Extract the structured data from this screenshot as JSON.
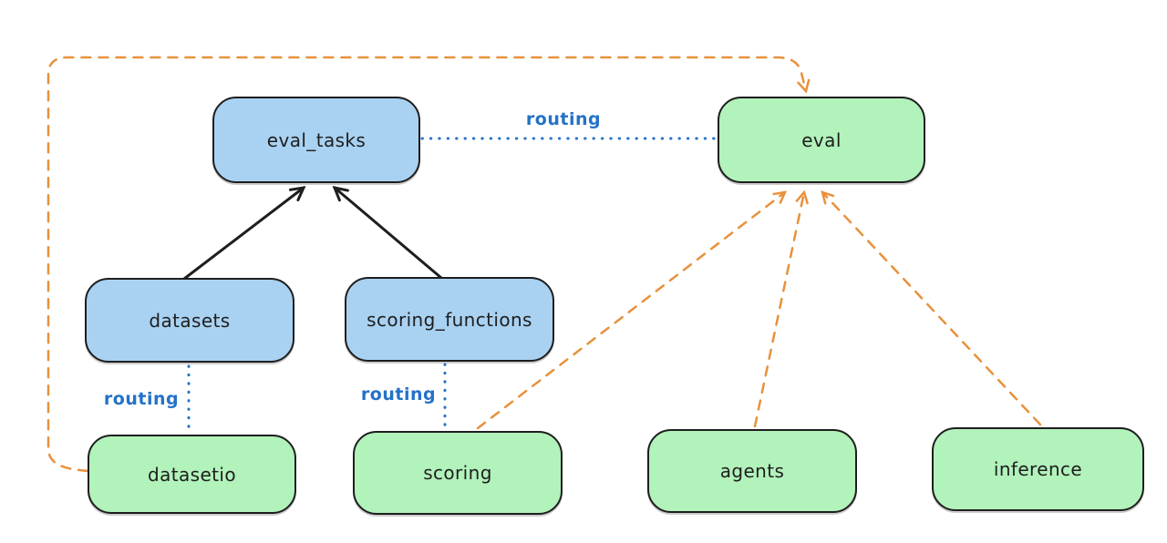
{
  "diagram": {
    "background": "#ffffff",
    "colors": {
      "blue_node_fill": "#a9d2f2",
      "green_node_fill": "#b2f2bb",
      "node_border": "#1e1e1e",
      "black_arrow": "#1e1e1e",
      "orange_arrow": "#e8913c",
      "routing_blue": "#2472c8"
    },
    "nodes": {
      "eval_tasks": {
        "label": "eval_tasks",
        "fill": "blue"
      },
      "eval": {
        "label": "eval",
        "fill": "green"
      },
      "datasets": {
        "label": "datasets",
        "fill": "blue"
      },
      "scoring_functions": {
        "label": "scoring_functions",
        "fill": "blue"
      },
      "datasetio": {
        "label": "datasetio",
        "fill": "green"
      },
      "scoring": {
        "label": "scoring",
        "fill": "green"
      },
      "agents": {
        "label": "agents",
        "fill": "green"
      },
      "inference": {
        "label": "inference",
        "fill": "green"
      }
    },
    "edges": [
      {
        "from": "datasets",
        "to": "eval_tasks",
        "style": "solid",
        "color": "black",
        "arrow": true
      },
      {
        "from": "scoring_functions",
        "to": "eval_tasks",
        "style": "solid",
        "color": "black",
        "arrow": true
      },
      {
        "from": "eval_tasks",
        "to": "eval",
        "style": "dotted",
        "color": "blue",
        "arrow": false,
        "label": "routing"
      },
      {
        "from": "datasets",
        "to": "datasetio",
        "style": "dotted",
        "color": "blue",
        "arrow": false,
        "label": "routing"
      },
      {
        "from": "scoring_functions",
        "to": "scoring",
        "style": "dotted",
        "color": "blue",
        "arrow": false,
        "label": "routing"
      },
      {
        "from": "datasetio",
        "to": "eval",
        "style": "dashed",
        "color": "orange",
        "arrow": true
      },
      {
        "from": "scoring",
        "to": "eval",
        "style": "dashed",
        "color": "orange",
        "arrow": true
      },
      {
        "from": "agents",
        "to": "eval",
        "style": "dashed",
        "color": "orange",
        "arrow": true
      },
      {
        "from": "inference",
        "to": "eval",
        "style": "dashed",
        "color": "orange",
        "arrow": true
      }
    ],
    "edge_labels": {
      "eval_tasks_to_eval": "routing",
      "datasets_to_datasetio": "routing",
      "scoring_functions_to_scoring": "routing"
    }
  }
}
